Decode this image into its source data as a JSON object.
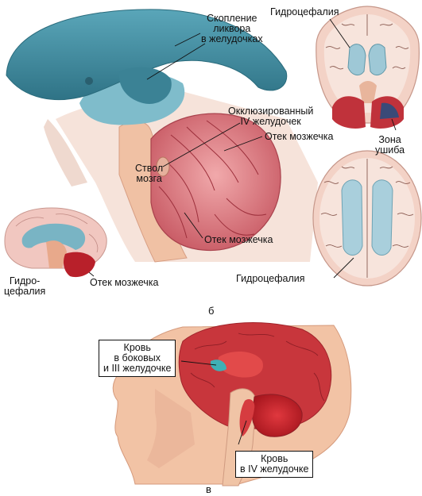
{
  "panel_b": {
    "labels": {
      "csf_accumulation": "Скопление\nликвора\nв желудочках",
      "occluded_iv": "Окклюзированный\nIV желудочек",
      "cerebellar_edema_top": "Отек мозжечка",
      "brainstem": "Ствол\nмозга",
      "cerebellar_edema_mid": "Отек мозжечка",
      "hydrocephalus_left": "Гидро-\nцефалия",
      "cerebellar_edema_left": "Отек мозжечка",
      "hydrocephalus_coronal": "Гидроцефалия",
      "contusion_zone": "Зона\nушиба",
      "hydrocephalus_axial": "Гидроцефалия"
    },
    "caption": "б"
  },
  "panel_v": {
    "labels": {
      "blood_lateral": "Кровь\nв боковых\nи III желудочке",
      "blood_iv": "Кровь\nв IV желудочке"
    },
    "caption": "в"
  },
  "colors": {
    "ventricle": "#3f8da0",
    "ventricle_light": "#b9d8e2",
    "brain_pink": "#f2c9c4",
    "cerebellum": "#d9787e",
    "brainstem": "#f0c1a4",
    "blood": "#c8202a",
    "skin": "#f3c7a8"
  }
}
